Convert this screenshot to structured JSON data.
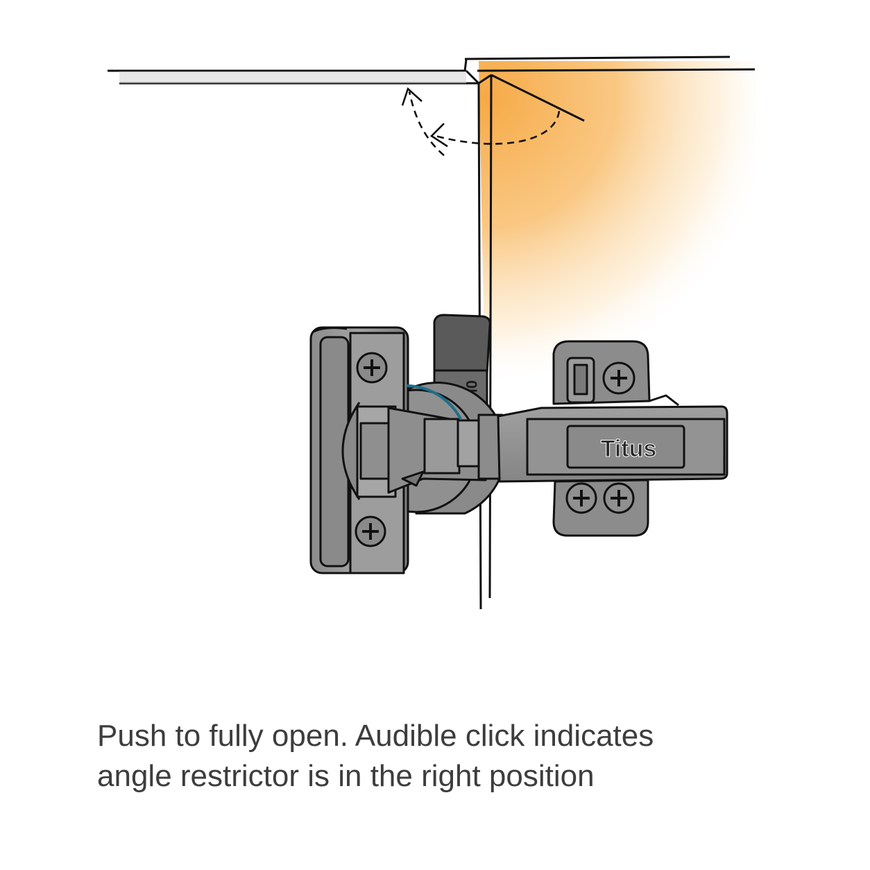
{
  "diagram": {
    "caption_line1": "Push to fully open. Audible click indicates",
    "caption_line2": "angle restrictor is in the right position",
    "hinge_brand": "Titus",
    "restrictor_mark": "0ИL"
  },
  "colors": {
    "glow": "#f6a53c",
    "line": "#111111",
    "metal_dark": "#4a4a4a",
    "metal_mid": "#7a7a7a",
    "metal_light": "#9a9a9a",
    "restrictor": "#5a5a5a",
    "arc_accent": "#1f6f8b",
    "caption_text": "#3d3d3d"
  },
  "icons": {
    "open_arrow": "dashed-curved-arrow-icon",
    "screws": "phillips-screw-icon"
  }
}
